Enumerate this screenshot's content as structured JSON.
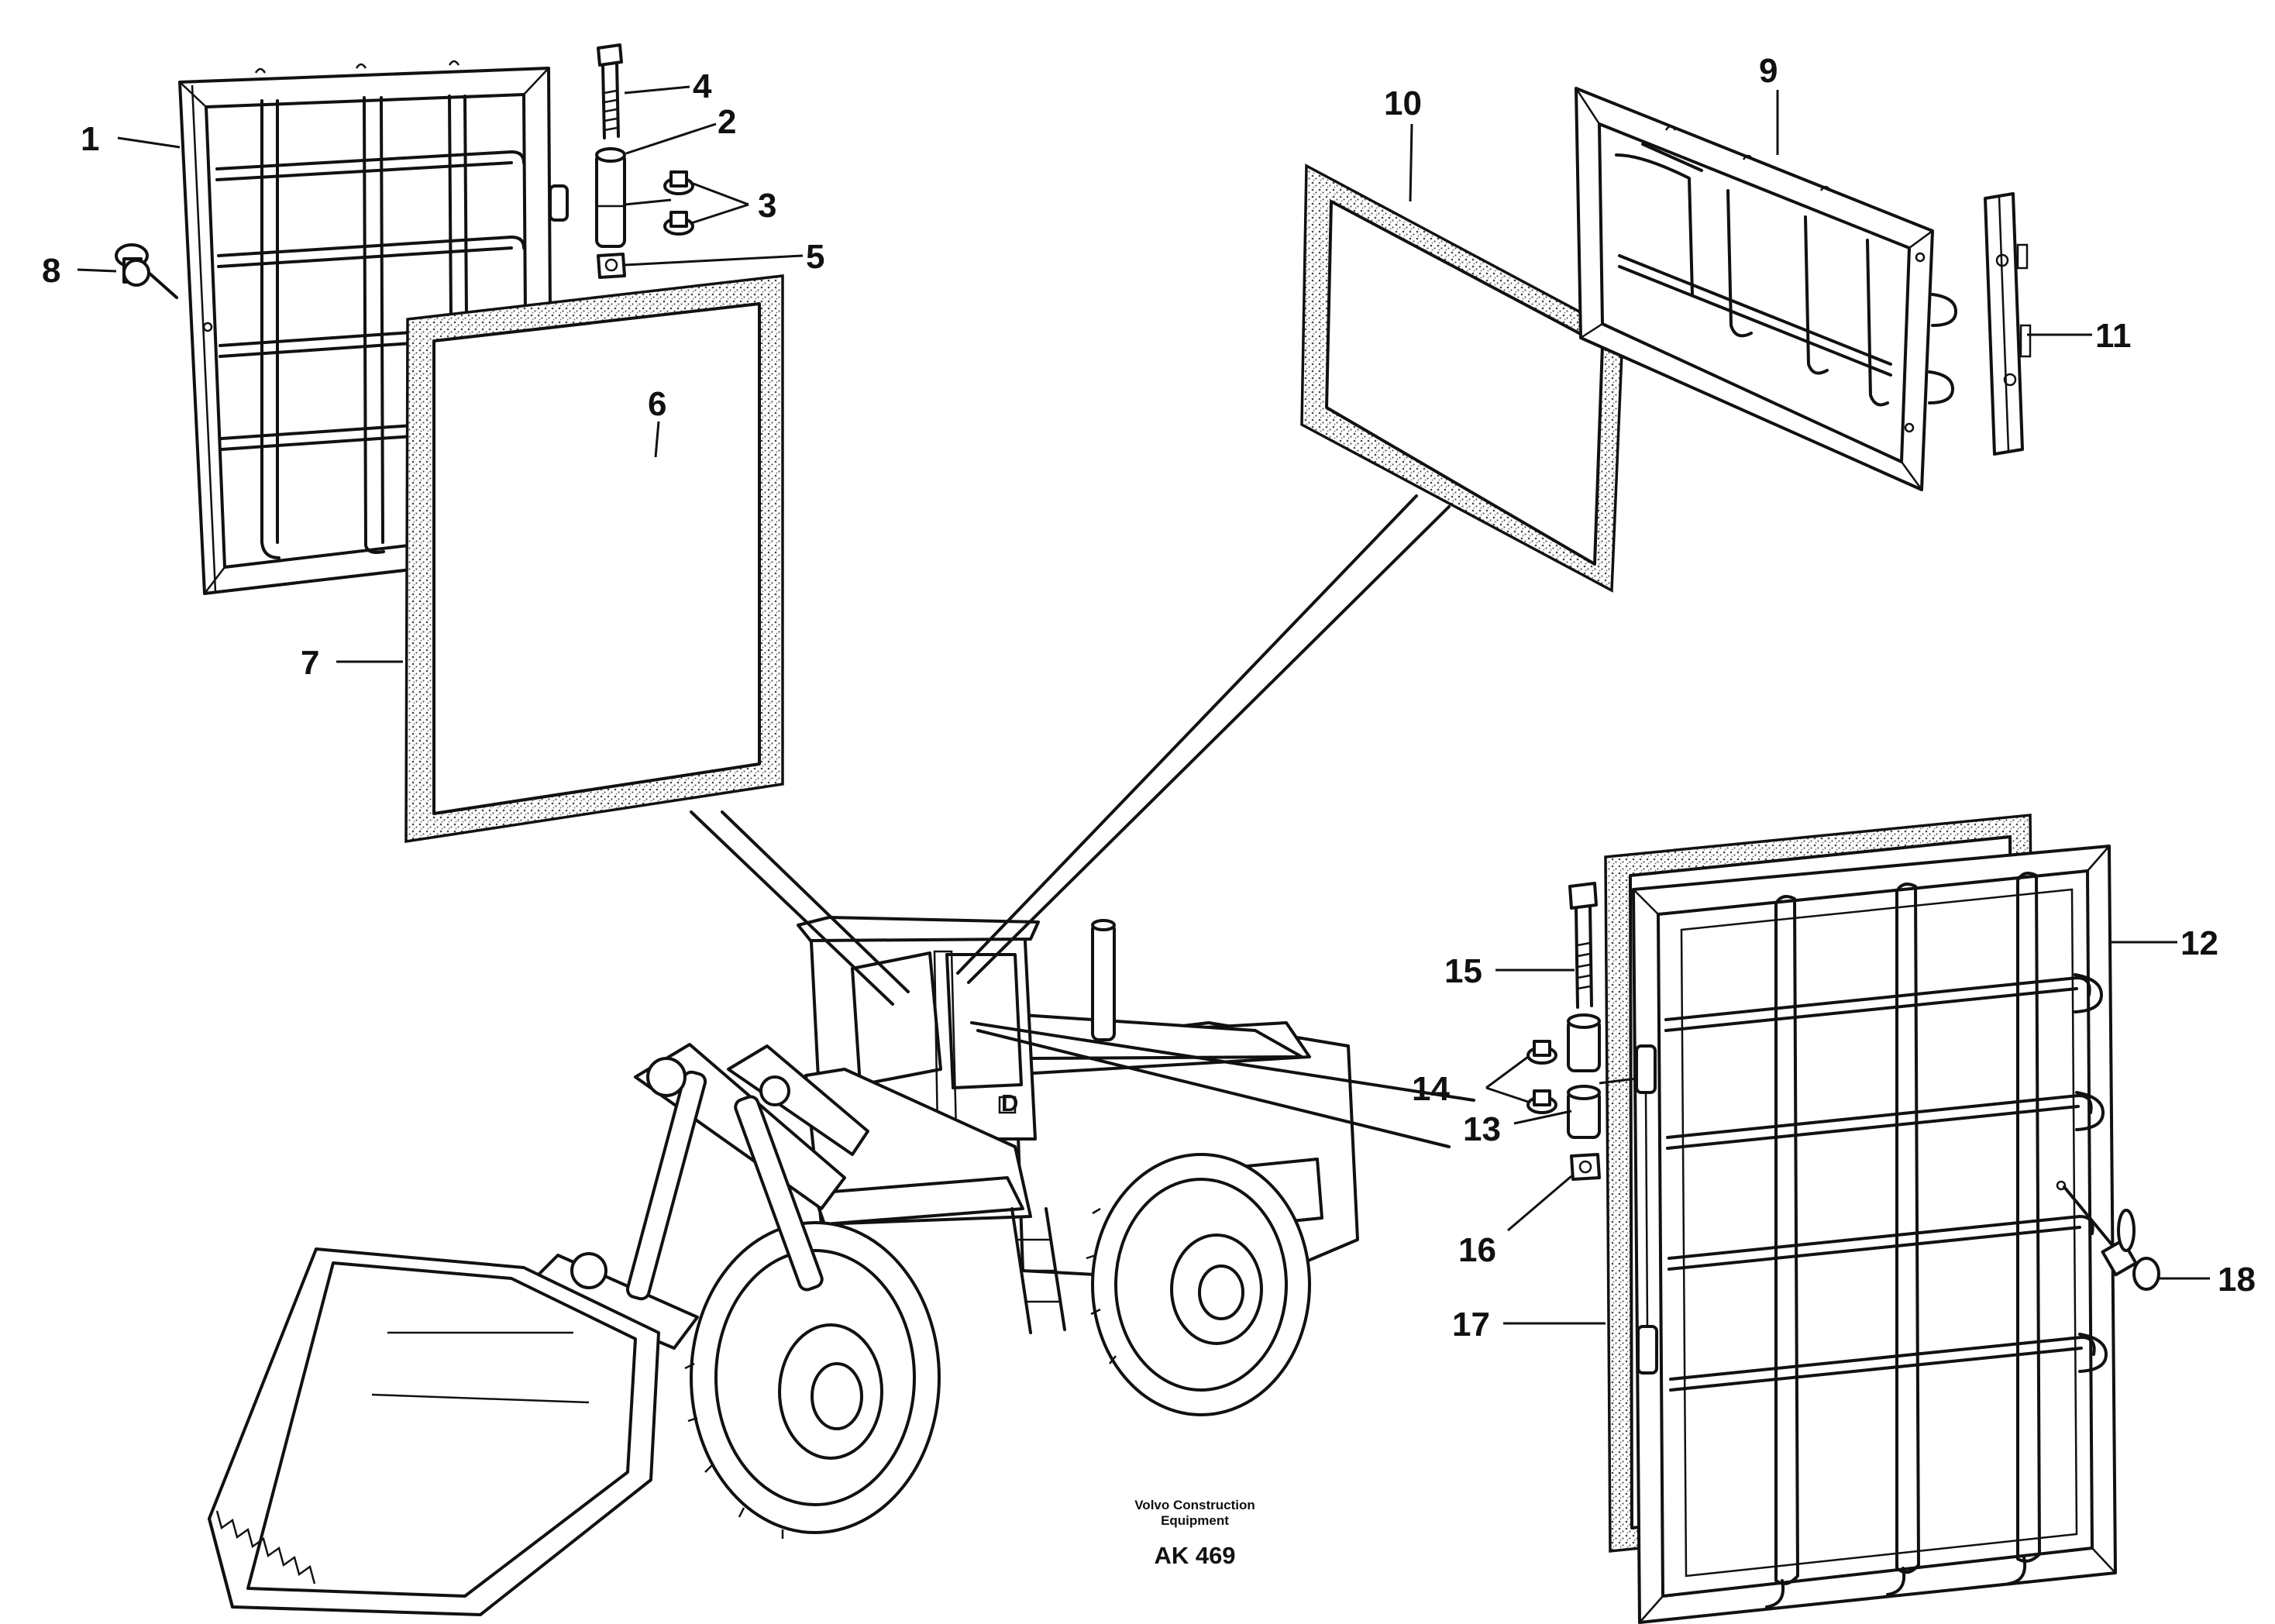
{
  "callouts": [
    {
      "id": "1",
      "label": "1"
    },
    {
      "id": "2",
      "label": "2"
    },
    {
      "id": "3",
      "label": "3"
    },
    {
      "id": "4",
      "label": "4"
    },
    {
      "id": "5",
      "label": "5"
    },
    {
      "id": "6",
      "label": "6"
    },
    {
      "id": "7",
      "label": "7"
    },
    {
      "id": "8",
      "label": "8"
    },
    {
      "id": "9",
      "label": "9"
    },
    {
      "id": "10",
      "label": "10"
    },
    {
      "id": "11",
      "label": "11"
    },
    {
      "id": "12",
      "label": "12"
    },
    {
      "id": "13",
      "label": "13"
    },
    {
      "id": "14",
      "label": "14"
    },
    {
      "id": "15",
      "label": "15"
    },
    {
      "id": "16",
      "label": "16"
    },
    {
      "id": "17",
      "label": "17"
    },
    {
      "id": "18",
      "label": "18"
    }
  ],
  "credit": {
    "line1": "Volvo Construction",
    "line2": "Equipment",
    "reference": "AK 469"
  },
  "colors": {
    "ink": "#111111",
    "paper": "#ffffff"
  }
}
